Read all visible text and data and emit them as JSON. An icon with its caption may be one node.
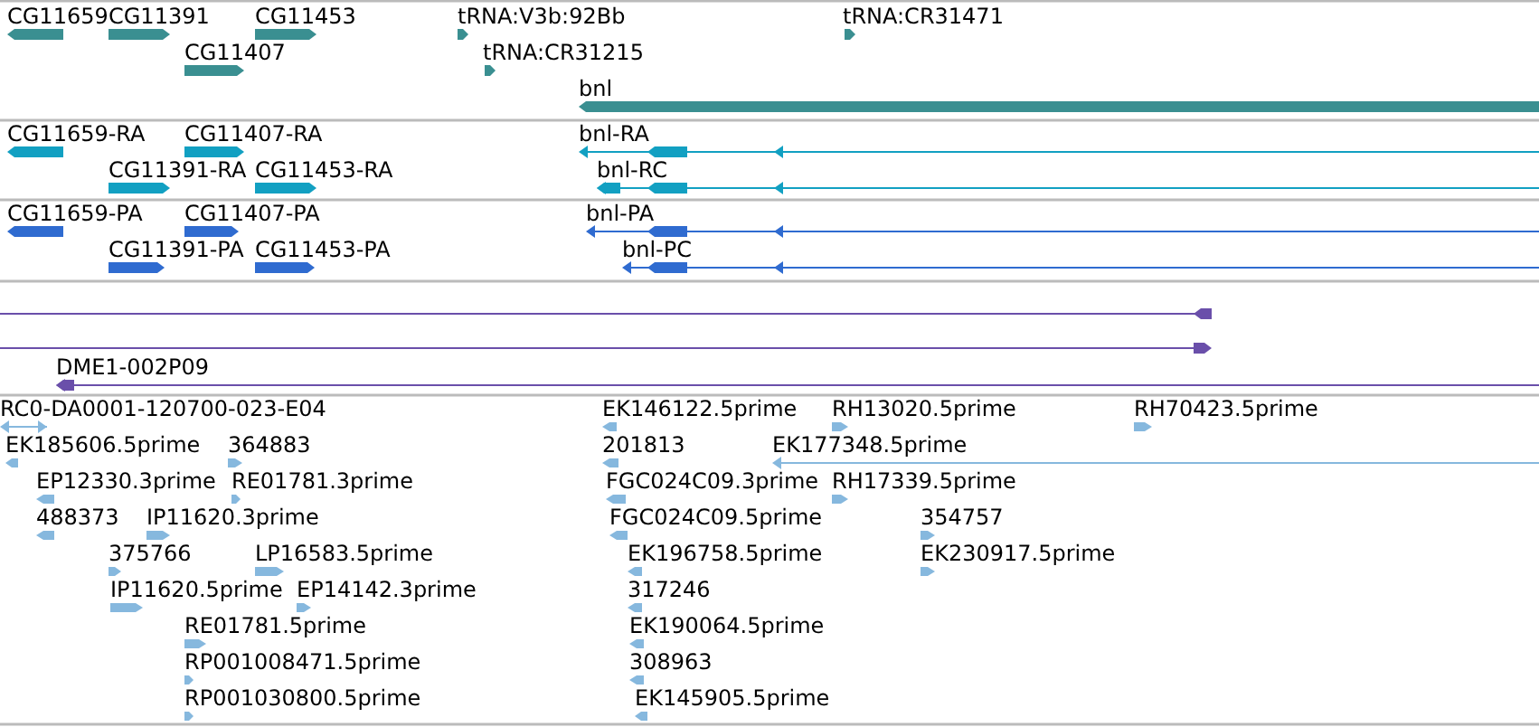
{
  "diagram": {
    "labels": [
      "CG11659",
      "CG11391",
      "CG11453",
      "tRNA:V3b:92Bb",
      "tRNA:CR31471",
      "CG11407",
      "tRNA:CR31215",
      "bnl",
      "CG11659-RA",
      "CG11407-RA",
      "bnl-RA",
      "CG11391-RA",
      "CG11453-RA",
      "bnl-RC",
      "CG11659-PA",
      "CG11407-PA",
      "bnl-PA",
      "CG11391-PA",
      "CG11453-PA",
      "bnl-PC",
      "DME1-002P09",
      "RC0-DA0001-120700-023-E04",
      "EK146122.5prime",
      "RH13020.5prime",
      "RH70423.5prime",
      "EK185606.5prime",
      "364883",
      "201813",
      "EK177348.5prime",
      "EP12330.3prime",
      "RE01781.3prime",
      "FGC024C09.3prime",
      "RH17339.5prime",
      "488373",
      "IP11620.3prime",
      "FGC024C09.5prime",
      "354757",
      "375766",
      "LP16583.5prime",
      "EK196758.5prime",
      "EK230917.5prime",
      "IP11620.5prime",
      "EP14142.3prime",
      "317246",
      "RE01781.5prime",
      "EK190064.5prime",
      "RP001008471.5prime",
      "308963",
      "RP001030800.5prime",
      "EK145905.5prime"
    ]
  }
}
